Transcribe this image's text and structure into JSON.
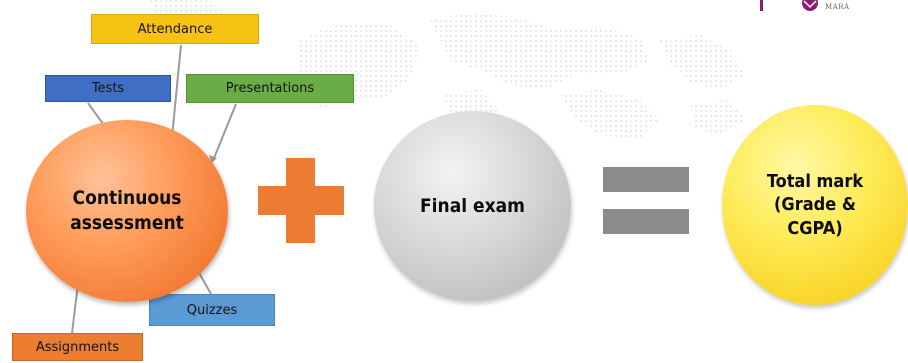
{
  "diagram": {
    "continuous_assessment": "Continuous\nassessment",
    "final_exam": "Final exam",
    "total_mark": "Total mark\n(Grade &\nCGPA)",
    "components": {
      "attendance": "Attendance",
      "tests": "Tests",
      "presentations": "Presentations",
      "quizzes": "Quizzes",
      "assignments": "Assignments"
    },
    "operators": {
      "plus": "plus-icon",
      "equals": "equals-icon"
    }
  },
  "logo": {
    "text": "MARA"
  },
  "colors": {
    "continuous_circle": "#f37a33",
    "final_circle": "#bcbcbc",
    "total_circle": "#f8d426",
    "attendance": "#f6c315",
    "tests": "#3f6ec4",
    "presentations": "#6aac45",
    "quizzes": "#5b9bd5",
    "assignments": "#ed7d31",
    "plus": "#ee7b33",
    "equals": "#8c8c8c",
    "logo": "#8b1f6d"
  }
}
